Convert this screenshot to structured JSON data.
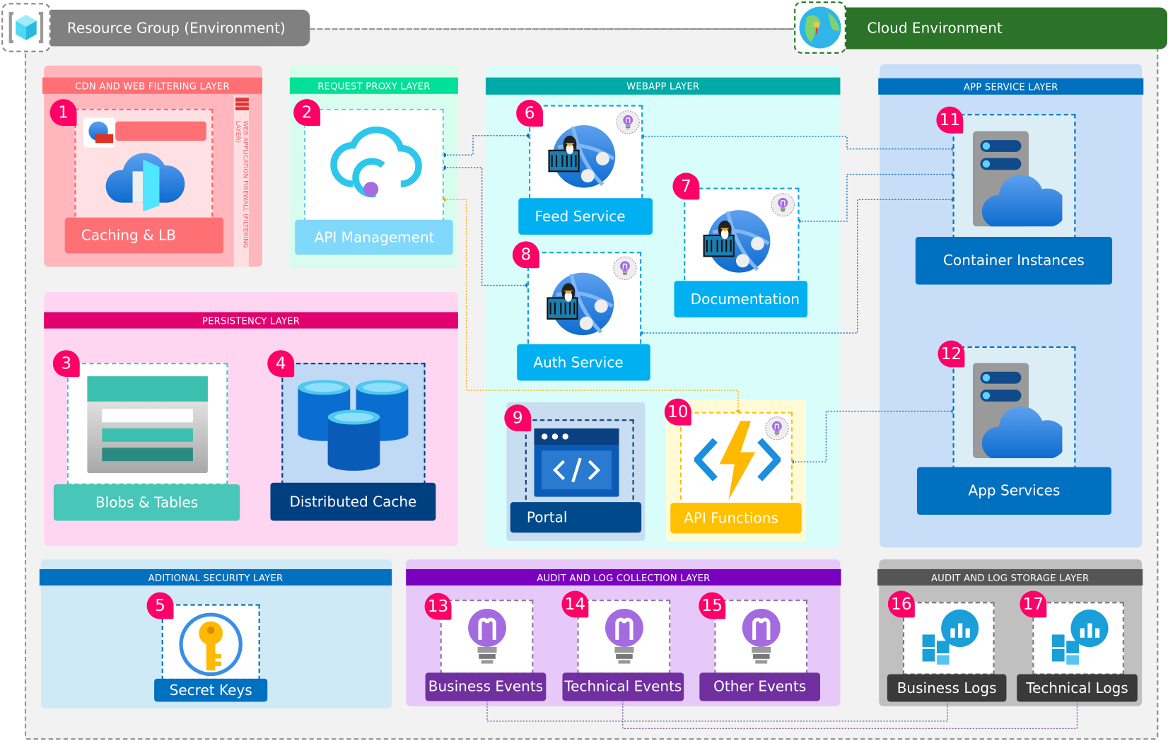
{
  "resource_group": {
    "title": "Resource Group (Environment)",
    "icon": "resource-group-cube-icon",
    "color": "#808080"
  },
  "cloud": {
    "title": "Cloud Environment",
    "icon": "globe-icon",
    "color": "#2a7328"
  },
  "layers": {
    "cdn": {
      "title": "CDN AND WEB FILTERING LAYER",
      "waf": "WEB APPLICATION FIREWALL (FILTERING LAYER)",
      "color": "#ff7075"
    },
    "proxy": {
      "title": "REQUEST PROXY LAYER",
      "color": "#00e096"
    },
    "webapp": {
      "title": "WEBAPP LAYER",
      "color": "#00aaa6"
    },
    "appservice": {
      "title": "APP SERVICE LAYER",
      "color": "#0070c0"
    },
    "persistency": {
      "title": "PERSISTENCY LAYER",
      "color": "#e0006e"
    },
    "security": {
      "title": "ADITIONAL SECURITY LAYER",
      "color": "#0070c0"
    },
    "audit_collection": {
      "title": "AUDIT AND LOG COLLECTION LAYER",
      "color": "#7a00c0"
    },
    "audit_storage": {
      "title": "AUDIT AND LOG STORAGE LAYER",
      "color": "#555555"
    }
  },
  "nodes": {
    "n1": {
      "number": "1",
      "label": "Caching & LB",
      "icon": "front-door-cdn-icon"
    },
    "n2": {
      "number": "2",
      "label": "API Management",
      "icon": "api-management-icon"
    },
    "n3": {
      "number": "3",
      "label": "Blobs & Tables",
      "icon": "storage-table-icon"
    },
    "n4": {
      "number": "4",
      "label": "Distributed Cache",
      "icon": "cache-cylinders-icon"
    },
    "n5": {
      "number": "5",
      "label": "Secret Keys",
      "icon": "key-vault-icon"
    },
    "n6": {
      "number": "6",
      "label": "Feed Service",
      "icon": "linux-container-webapp-icon"
    },
    "n7": {
      "number": "7",
      "label": "Documentation",
      "icon": "linux-container-webapp-icon"
    },
    "n8": {
      "number": "8",
      "label": "Auth Service",
      "icon": "linux-container-webapp-icon"
    },
    "n9": {
      "number": "9",
      "label": "Portal",
      "icon": "code-window-icon"
    },
    "n10": {
      "number": "10",
      "label": "API Functions",
      "icon": "function-bolt-icon"
    },
    "n11": {
      "number": "11",
      "label": "Container Instances",
      "icon": "server-cloud-icon"
    },
    "n12": {
      "number": "12",
      "label": "App Services",
      "icon": "server-cloud-icon"
    },
    "n13": {
      "number": "13",
      "label": "Business Events",
      "icon": "app-insights-bulb-icon"
    },
    "n14": {
      "number": "14",
      "label": "Technical Events",
      "icon": "app-insights-bulb-icon"
    },
    "n15": {
      "number": "15",
      "label": "Other Events",
      "icon": "app-insights-bulb-icon"
    },
    "n16": {
      "number": "16",
      "label": "Business Logs",
      "icon": "log-analytics-icon"
    },
    "n17": {
      "number": "17",
      "label": "Technical Logs",
      "icon": "log-analytics-icon"
    }
  }
}
